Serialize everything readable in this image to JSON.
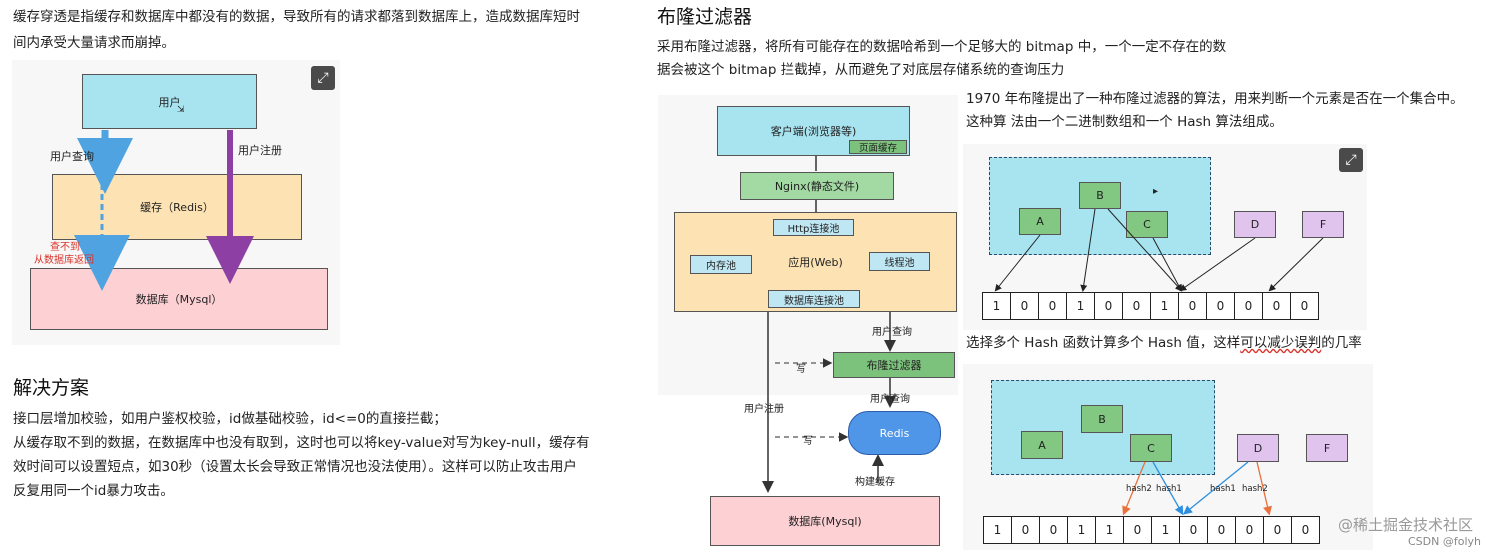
{
  "left": {
    "intro_line1": "缓存穿透是指缓存和数据库中都没有的数据，导致所有的请求都落到数据库上，造成数据库短时",
    "intro_line2": "间内承受大量请求而崩掉。",
    "diagram": {
      "user": "用户",
      "user_query": "用户查询",
      "user_register": "用户注册",
      "cache": "缓存（Redis）",
      "not_found_1": "查不到",
      "not_found_2": "从数据库返回",
      "db": "数据库（Mysql）"
    },
    "solution_title": "解决方案",
    "solution_lines": [
      "接口层增加校验，如用户鉴权校验，id做基础校验，id<=0的直接拦截；",
      "从缓存取不到的数据，在数据库中也没有取到，这时也可以将key-value对写为key-null，缓存有",
      "效时间可以设置短点，如30秒（设置太长会导致正常情况也没法使用）。这样可以防止攻击用户",
      "反复用同一个id暴力攻击。"
    ]
  },
  "middle": {
    "title": "布隆过滤器",
    "desc_line1": "采用布隆过滤器，将所有可能存在的数据哈希到一个足够大的 bitmap 中，一个一定不存在的数",
    "desc_line2": "据会被这个 bitmap 拦截掉，从而避免了对底层存储系统的查询压力",
    "diagram": {
      "client": "客户端(浏览器等)",
      "page_cache": "页面缓存",
      "nginx": "Nginx(静态文件)",
      "http_pool": "Http连接池",
      "mem_pool": "内存池",
      "app": "应用(Web)",
      "thread_pool": "线程池",
      "db_pool": "数据库连接池",
      "user_query_1": "用户查询",
      "write_1": "写",
      "bloom": "布隆过滤器",
      "user_register": "用户注册",
      "user_query_2": "用户查询",
      "write_2": "写",
      "redis": "Redis",
      "build_cache": "构建缓存",
      "db": "数据库(Mysql)"
    }
  },
  "right": {
    "intro_line1": "1970 年布隆提出了一种布隆过滤器的算法，用来判断一个元素是否在一个集合中。",
    "intro_line2": "这种算 法由一个二进制数组和一个 Hash 算法组成。",
    "top_nodes": [
      "A",
      "B",
      "C",
      "D",
      "F"
    ],
    "top_bits": [
      "1",
      "0",
      "0",
      "1",
      "0",
      "0",
      "1",
      "0",
      "0",
      "0",
      "0",
      "0"
    ],
    "multi_hash_line_pre": "选择多个 Hash 函数计算多个 Hash 值，这样",
    "multi_hash_line_underlined": "可以减少误判",
    "multi_hash_line_post": "的几率",
    "bottom_nodes": [
      "A",
      "B",
      "C",
      "D",
      "F"
    ],
    "hash_labels": [
      "hash2",
      "hash1",
      "hash1",
      "hash2"
    ],
    "bottom_bits": [
      "1",
      "0",
      "0",
      "1",
      "1",
      "0",
      "1",
      "0",
      "0",
      "0",
      "0",
      "0"
    ]
  },
  "watermark": {
    "line1": "@稀土掘金技术社区",
    "line2": "CSDN @folyh"
  },
  "icons": [
    "expand-icon",
    "cursor-icon"
  ],
  "colors": {
    "user_box": "#a8e4f0",
    "cache_box": "#fde3b4",
    "db_box": "#fdd0d4",
    "query_arrow": "#4ea3e0",
    "register_arrow": "#8e3fa3",
    "red_text": "#d9342b",
    "bloom_box": "#7dc27c",
    "node_green": "#82c882",
    "node_purple": "#e0c4ee",
    "region_blue": "#a8e4f0"
  }
}
